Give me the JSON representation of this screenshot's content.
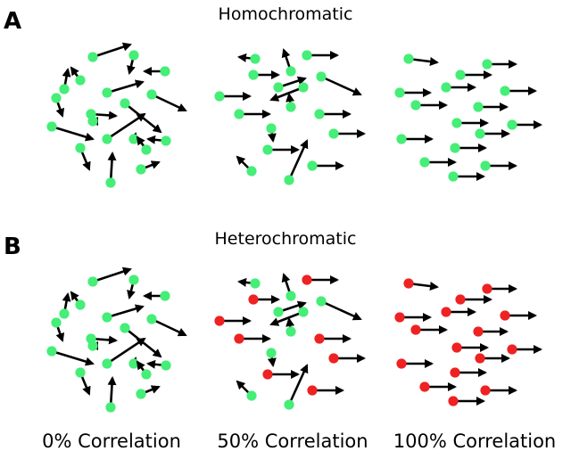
{
  "figure": {
    "panels": [
      {
        "letter": "A",
        "title": "Homochromatic"
      },
      {
        "letter": "B",
        "title": "Heterochromatic"
      }
    ],
    "column_labels": [
      "0% Correlation",
      "50% Correlation",
      "100% Correlation"
    ]
  },
  "colors": {
    "green_dot": "#44ee77",
    "red_dot": "#ee2222",
    "arrow": "#000000"
  },
  "legend_semantics": {
    "dot": "stimulus element",
    "arrow": "motion direction"
  }
}
